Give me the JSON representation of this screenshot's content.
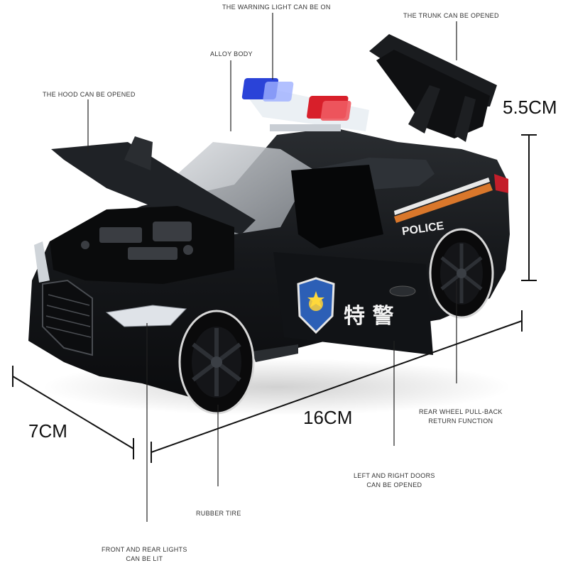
{
  "annotations": {
    "warning_light": "THE WARNING LIGHT CAN BE ON",
    "trunk": "THE TRUNK CAN BE OPENED",
    "alloy_body": "ALLOY BODY",
    "hood": "THE HOOD CAN BE OPENED",
    "rear_wheel_line1": "REAR WHEEL PULL-BACK",
    "rear_wheel_line2": "RETURN FUNCTION",
    "doors_line1": "LEFT AND RIGHT DOORS",
    "doors_line2": "CAN BE OPENED",
    "rubber_tire": "RUBBER TIRE",
    "lights_line1": "FRONT AND REAR LIGHTS",
    "lights_line2": "CAN BE LIT"
  },
  "dimensions": {
    "height": "5.5CM",
    "width": "7CM",
    "length": "16CM"
  },
  "car": {
    "side_text": "POLICE",
    "door_text": "特 警"
  },
  "colors": {
    "body": "#15171a",
    "stripe": "#d9772b",
    "siren_red": "#d81f2a",
    "siren_blue": "#2a43d8"
  }
}
